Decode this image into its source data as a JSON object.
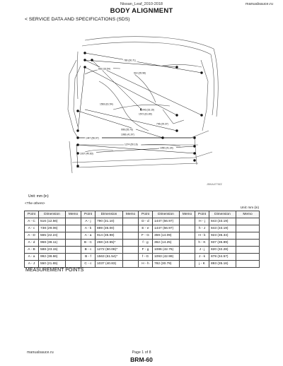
{
  "header": {
    "model": "Nissan_Leaf_2010-2018",
    "site": "manualsauce.ru",
    "title": "BODY ALIGNMENT",
    "breadcrumb": "< SERVICE DATA AND SPECIFICATIONS (SDS)"
  },
  "diagram": {
    "figure_id": "JSKIA4779ZZ",
    "labels": [
      "780 (30.71)",
      "852 (33.54)",
      "914 (35.98)",
      "843 (33.19)",
      "1572 (61.89)",
      "746 (29.37)",
      "908 (35.75)",
      "1066 (41.97)",
      "1447 (56.97)",
      "1274 (50.16)",
      "1050 (41.34)",
      "1563 (61.54)",
      "1037 (40.83)"
    ]
  },
  "unit_text": "Unit: mm (in)",
  "others_text": "<The others>",
  "table": {
    "unit": "Unit: mm (in)",
    "headers": [
      "Point",
      "Dimension",
      "Memo",
      "Point",
      "Dimension",
      "Memo",
      "Point",
      "Dimension",
      "Memo",
      "Point",
      "Dimension",
      "Memo"
    ],
    "rows": [
      [
        "A - C",
        "516 (12.56)",
        "",
        "A - j",
        "790 (31.10)",
        "",
        "D - d",
        "1447 (56.97)",
        "",
        "H - j",
        "843 (33.19)",
        ""
      ],
      [
        "A - c",
        "738 (29.06)",
        "",
        "A - k",
        "889 (35.00)",
        "",
        "E - e",
        "1447 (56.97)",
        "",
        "h - J",
        "843 (33.19)",
        ""
      ],
      [
        "A - D",
        "565 (22.24)",
        "",
        "A - a",
        "914 (35.98)",
        "",
        "F - G",
        "359 (14.09)",
        "",
        "H - k",
        "923 (36.34)",
        ""
      ],
      [
        "A - d",
        "968 (38.11)",
        "",
        "B - C",
        "268 (10.55)*",
        "",
        "f - g",
        "362 (14.25)",
        "",
        "h - K",
        "937 (36.89)",
        ""
      ],
      [
        "A - B",
        "588 (23.15)",
        "",
        "B - c",
        "1272 (50.08)*",
        "",
        "F - g",
        "1086 (42.76)",
        "",
        "J - j",
        "820 (32.28)",
        ""
      ],
      [
        "A - a",
        "992 (38.66)",
        "",
        "B - f",
        "1563 (61.54)*",
        "",
        "f - G",
        "1093 (42.99)",
        "",
        "J - k",
        "878 (34.57)",
        ""
      ],
      [
        "A - J",
        "550 (21.65)",
        "",
        "C - c",
        "1037 (40.83)",
        "",
        "H - h",
        "782 (30.79)",
        "",
        "j - K",
        "893 (35.16)",
        ""
      ]
    ]
  },
  "measurement_points": "MEASUREMENT POINTS",
  "footer": {
    "site": "manualsauce.ru",
    "page": "Page 1 of 8",
    "code": "BRM-60"
  }
}
